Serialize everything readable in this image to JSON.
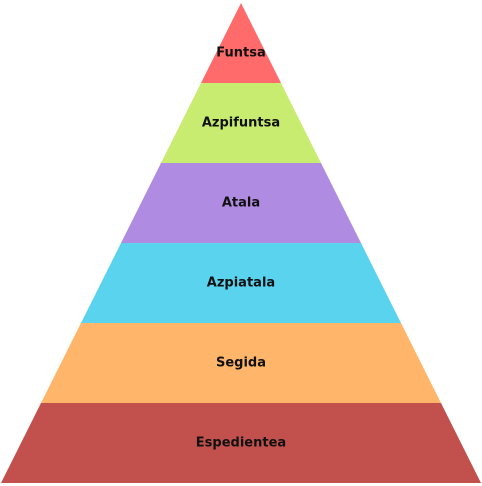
{
  "diagram": {
    "layers": [
      {
        "label": "Funtsa",
        "color": "#FF6B6B"
      },
      {
        "label": "Azpifuntsa",
        "color": "#C8EC70"
      },
      {
        "label": "Atala",
        "color": "#B08BE2"
      },
      {
        "label": "Azpiatala",
        "color": "#5AD4EE"
      },
      {
        "label": "Segida",
        "color": "#FFB56A"
      },
      {
        "label": "Espedientea",
        "color": "#C2514D"
      }
    ]
  }
}
